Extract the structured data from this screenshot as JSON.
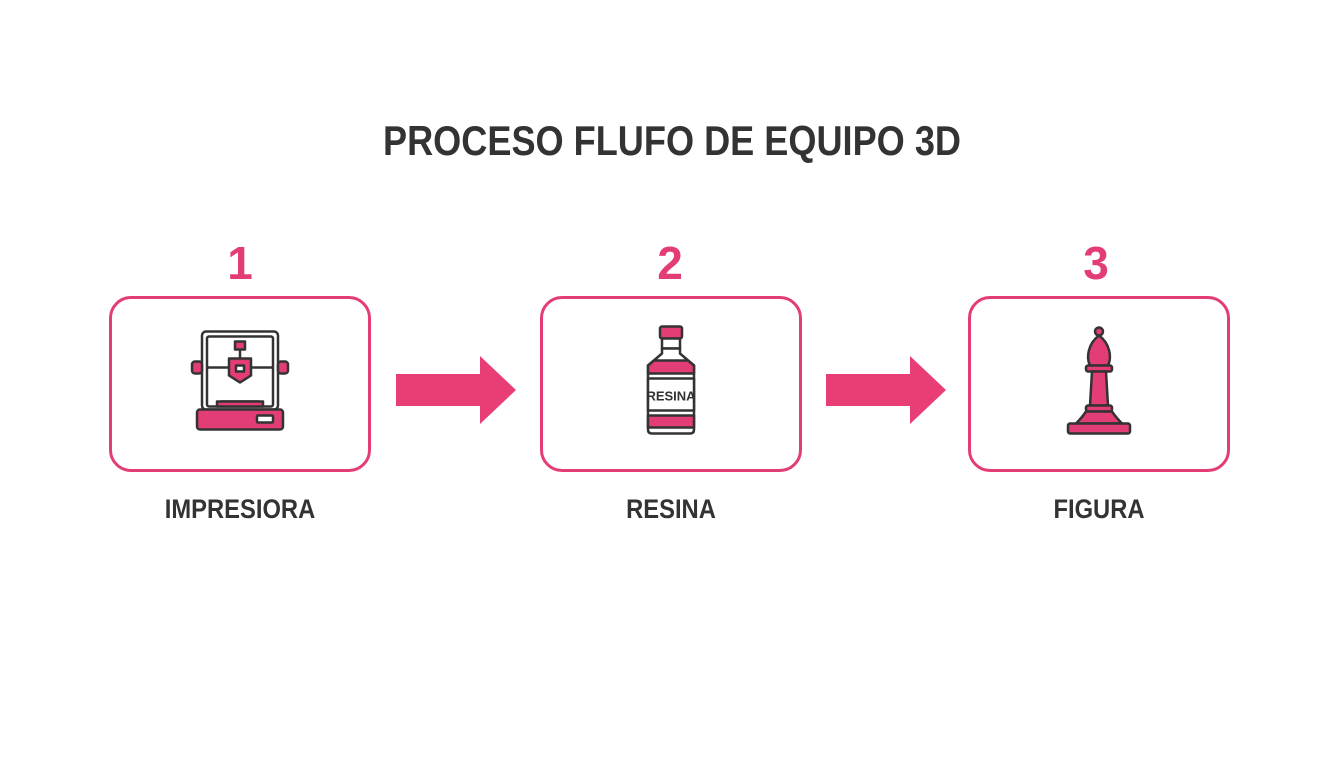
{
  "title": "PROCESO FLUFO DE EQUIPO 3D",
  "colors": {
    "accent": "#e33d78",
    "text": "#333333",
    "background": "#ffffff"
  },
  "steps": [
    {
      "number": "1",
      "label": "IMPRESIORA",
      "icon": "3d-printer-icon"
    },
    {
      "number": "2",
      "label": "RESINA",
      "icon": "resin-bottle-icon",
      "icon_text": "RESINA"
    },
    {
      "number": "3",
      "label": "FIGURA",
      "icon": "chess-bishop-icon"
    }
  ]
}
